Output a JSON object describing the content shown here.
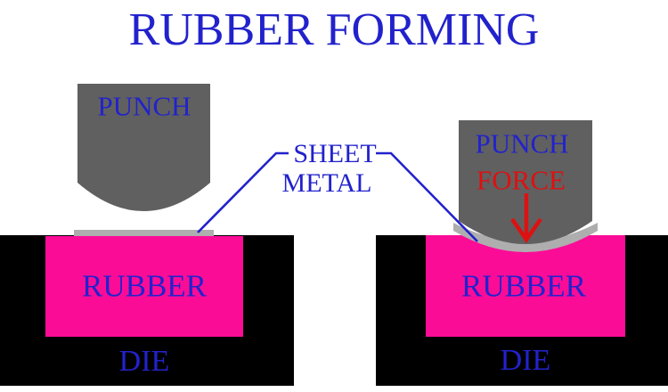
{
  "title": "RUBBER FORMING",
  "colors": {
    "background": "#FFFFFF",
    "label_blue": "#2222CC",
    "force_red": "#DD1111",
    "punch_gray": "#606060",
    "sheet_gray": "#AEAEAE",
    "rubber_pink": "#FB0C97",
    "die_black": "#000000"
  },
  "callout": {
    "line1": "SHEET",
    "line2": "METAL"
  },
  "before": {
    "punch": "PUNCH",
    "rubber": "RUBBER",
    "die": "DIE"
  },
  "after": {
    "punch": "PUNCH",
    "force": "FORCE",
    "rubber": "RUBBER",
    "die": "DIE"
  }
}
